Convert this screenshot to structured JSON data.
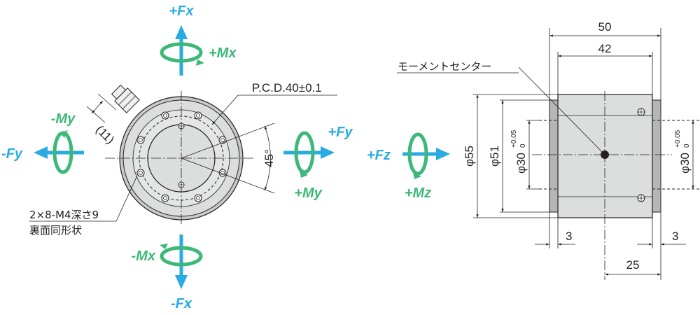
{
  "colors": {
    "force": "#29abe2",
    "moment": "#3cb878",
    "ink": "#231f20",
    "body_fill": "#dcdddd",
    "body_dark": "#b5b6b7"
  },
  "axes": {
    "plus_fx": "+Fx",
    "minus_fx": "-Fx",
    "plus_fy": "+Fy",
    "minus_fy": "-Fy",
    "plus_fz": "+Fz",
    "plus_mx": "+Mx",
    "minus_mx": "-Mx",
    "plus_my": "+My",
    "minus_my": "-My",
    "plus_mz": "+Mz"
  },
  "front_view": {
    "pcd": "P.C.D.40±0.1",
    "angle": "45°",
    "eleven": "(11)",
    "holes_line1": "2×8-M4深さ9",
    "holes_line2": "裏面同形状"
  },
  "side_view": {
    "moment_center": "モーメントセンター",
    "dim_50": "50",
    "dim_42": "42",
    "dim_25": "25",
    "dim_3_left": "3",
    "dim_3_right": "3",
    "phi55": "φ55",
    "phi51": "φ51",
    "phi30_left": "φ30",
    "phi30_right": "φ30",
    "tol_upper": "+0.05",
    "tol_lower": "0"
  }
}
